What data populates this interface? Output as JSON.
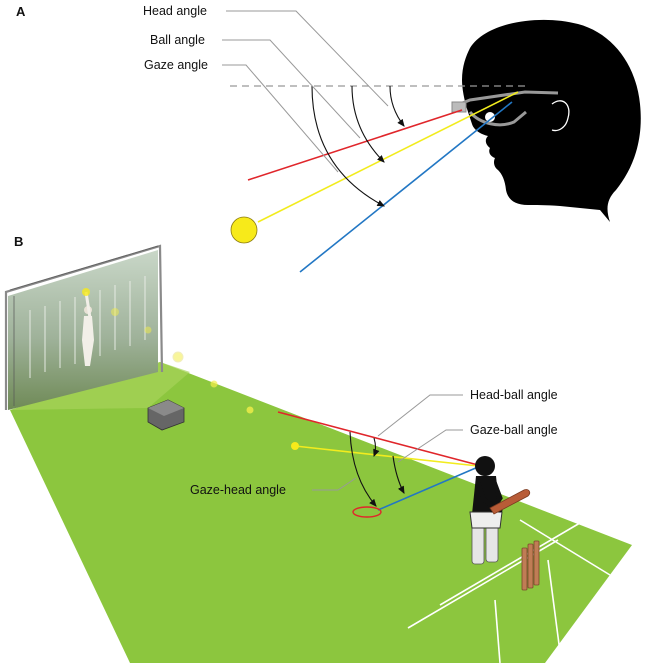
{
  "panel_a": {
    "letter": "A",
    "labels": {
      "head_angle": "Head angle",
      "ball_angle": "Ball angle",
      "gaze_angle": "Gaze angle"
    }
  },
  "panel_b": {
    "letter": "B",
    "labels": {
      "head_ball_angle": "Head-ball angle",
      "gaze_ball_angle": "Gaze-ball angle",
      "gaze_head_angle": "Gaze-head angle"
    }
  },
  "colors": {
    "head_line": "#e0262b",
    "ball_line": "#f2ec1e",
    "gaze_line": "#2277c4",
    "pitch": "#8cc63e",
    "head_silhouette": "#000000"
  }
}
